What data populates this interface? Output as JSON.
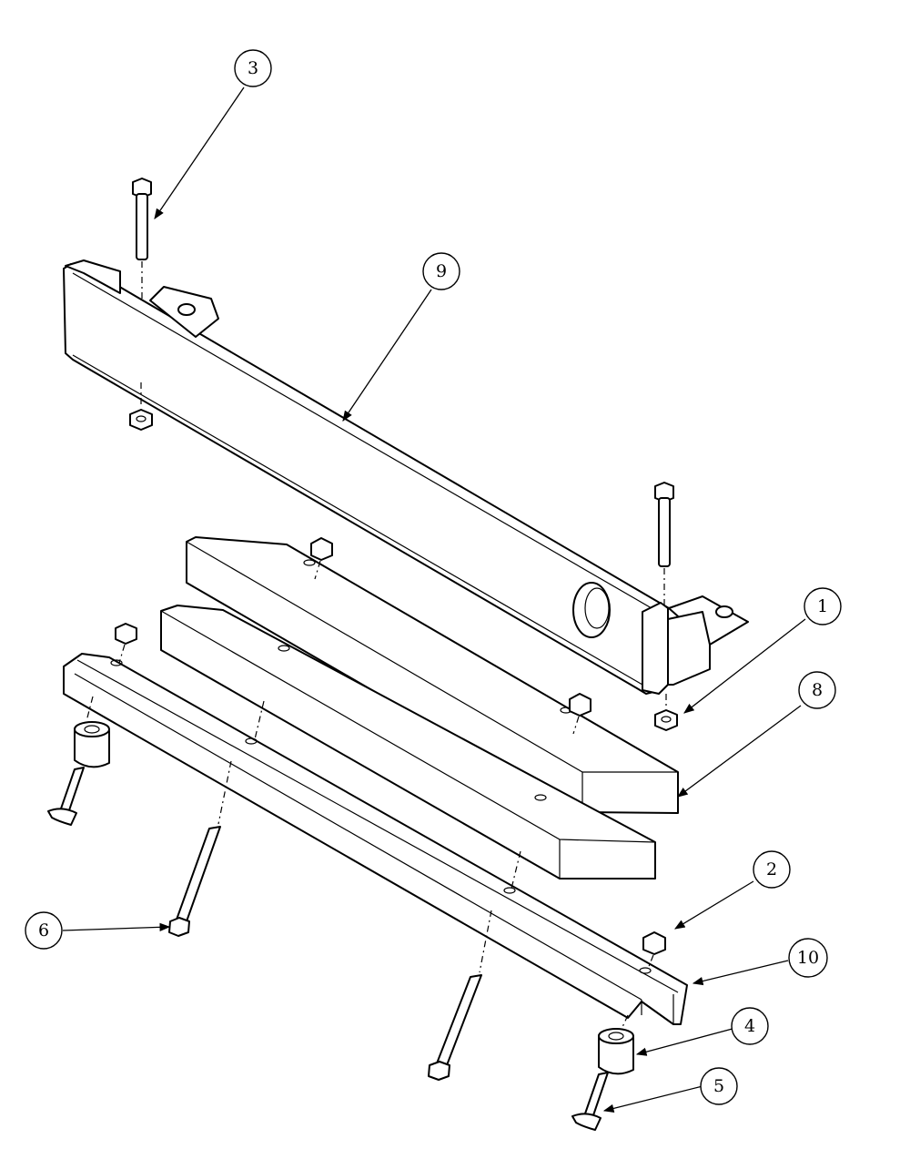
{
  "callouts": [
    {
      "id": "1",
      "label": "1"
    },
    {
      "id": "2",
      "label": "2"
    },
    {
      "id": "3",
      "label": "3"
    },
    {
      "id": "4",
      "label": "4"
    },
    {
      "id": "5",
      "label": "5"
    },
    {
      "id": "6",
      "label": "6"
    },
    {
      "id": "8",
      "label": "8"
    },
    {
      "id": "9",
      "label": "9"
    },
    {
      "id": "10",
      "label": "10"
    }
  ],
  "colors": {
    "line": "#000000",
    "background": "#ffffff"
  }
}
